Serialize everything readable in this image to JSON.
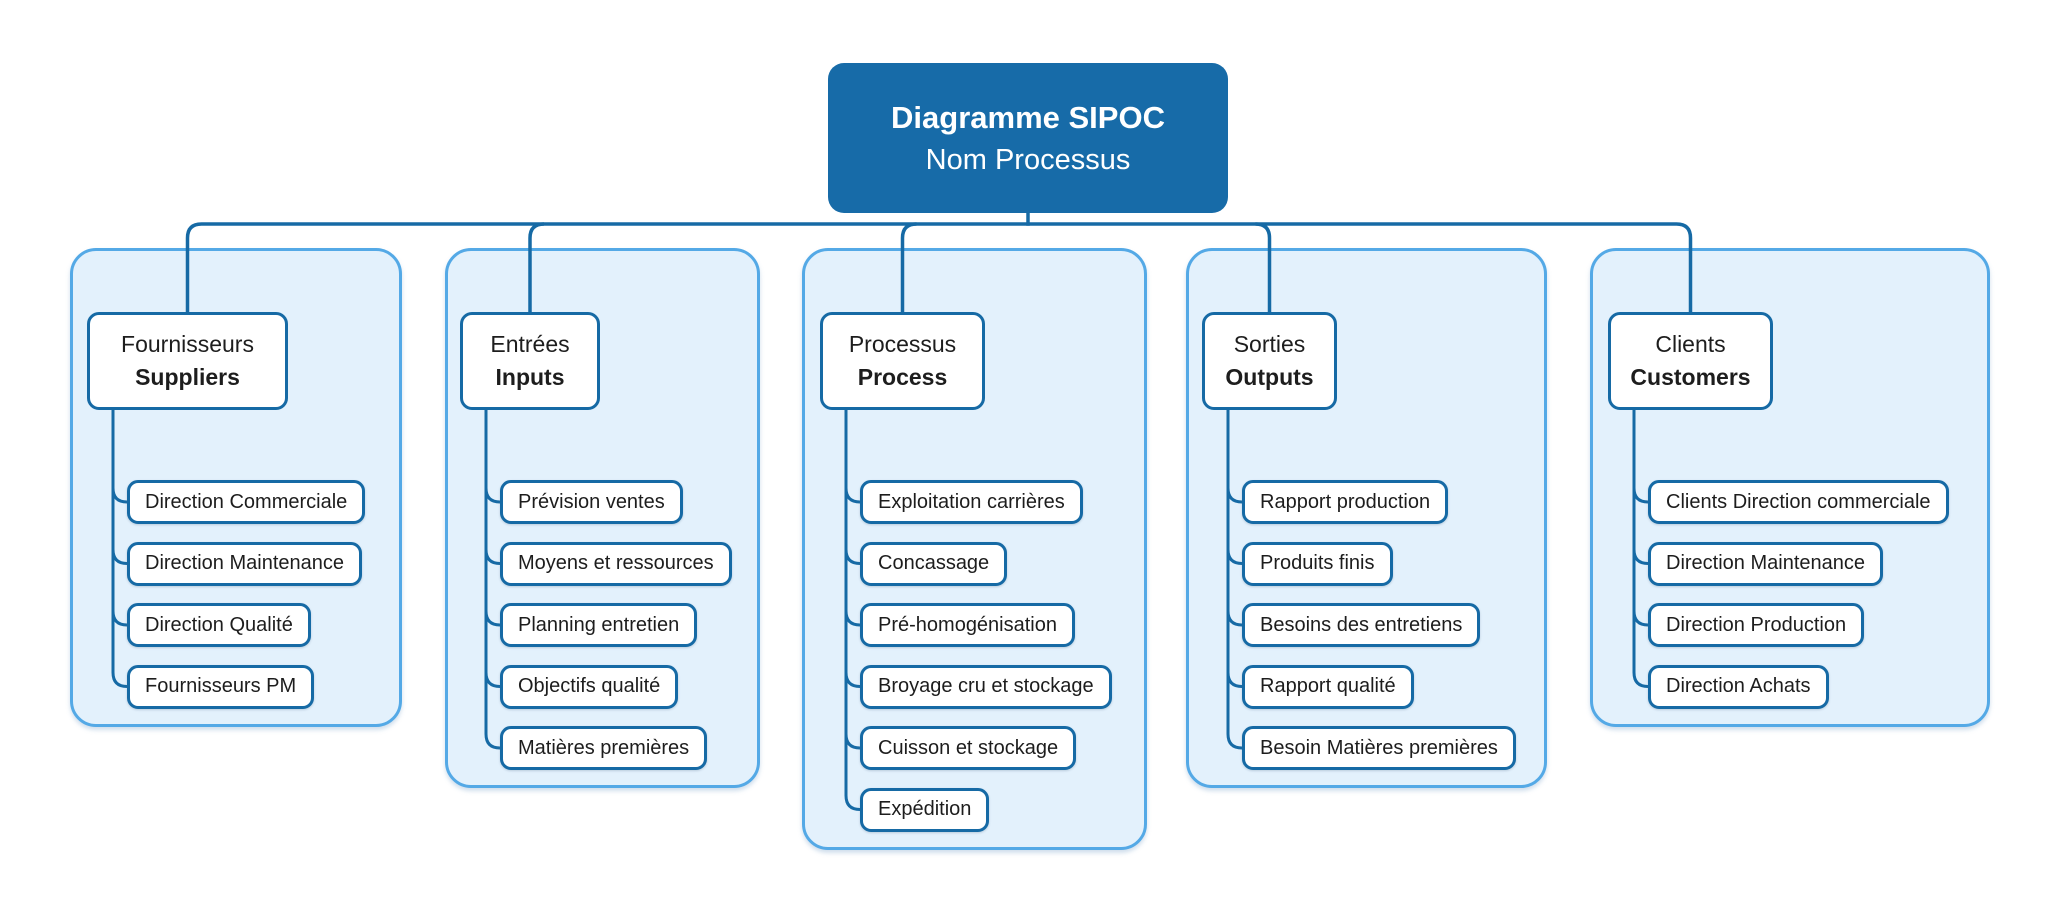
{
  "diagram_title": {
    "line1": "Diagramme SIPOC",
    "line2": "Nom Processus"
  },
  "colors": {
    "accent": "#166AA5",
    "title_fill": "#176BA8",
    "container_border": "#54A9E6",
    "container_fill": "#E3F1FC",
    "text": "#1D1D1D",
    "node_fill": "#FFFFFF",
    "title_text": "#FFFFFF",
    "background": "#FFFFFF"
  },
  "columns": [
    {
      "key": "suppliers",
      "label_primary": "Fournisseurs",
      "label_secondary": "Suppliers",
      "items": [
        "Direction Commerciale",
        "Direction Maintenance",
        "Direction Qualité",
        "Fournisseurs PM"
      ]
    },
    {
      "key": "inputs",
      "label_primary": "Entrées",
      "label_secondary": "Inputs",
      "items": [
        "Prévision ventes",
        "Moyens et ressources",
        "Planning entretien",
        "Objectifs qualité",
        "Matières premières"
      ]
    },
    {
      "key": "process",
      "label_primary": "Processus",
      "label_secondary": "Process",
      "items": [
        "Exploitation carrières",
        "Concassage",
        "Pré-homogénisation",
        "Broyage cru et stockage",
        "Cuisson et stockage",
        "Expédition"
      ]
    },
    {
      "key": "outputs",
      "label_primary": "Sorties",
      "label_secondary": "Outputs",
      "items": [
        "Rapport production",
        "Produits finis",
        "Besoins des entretiens",
        "Rapport qualité",
        "Besoin Matières premières"
      ]
    },
    {
      "key": "customers",
      "label_primary": "Clients",
      "label_secondary": "Customers",
      "items": [
        "Clients Direction commerciale",
        "Direction Maintenance",
        "Direction Production",
        "Direction Achats"
      ]
    }
  ]
}
